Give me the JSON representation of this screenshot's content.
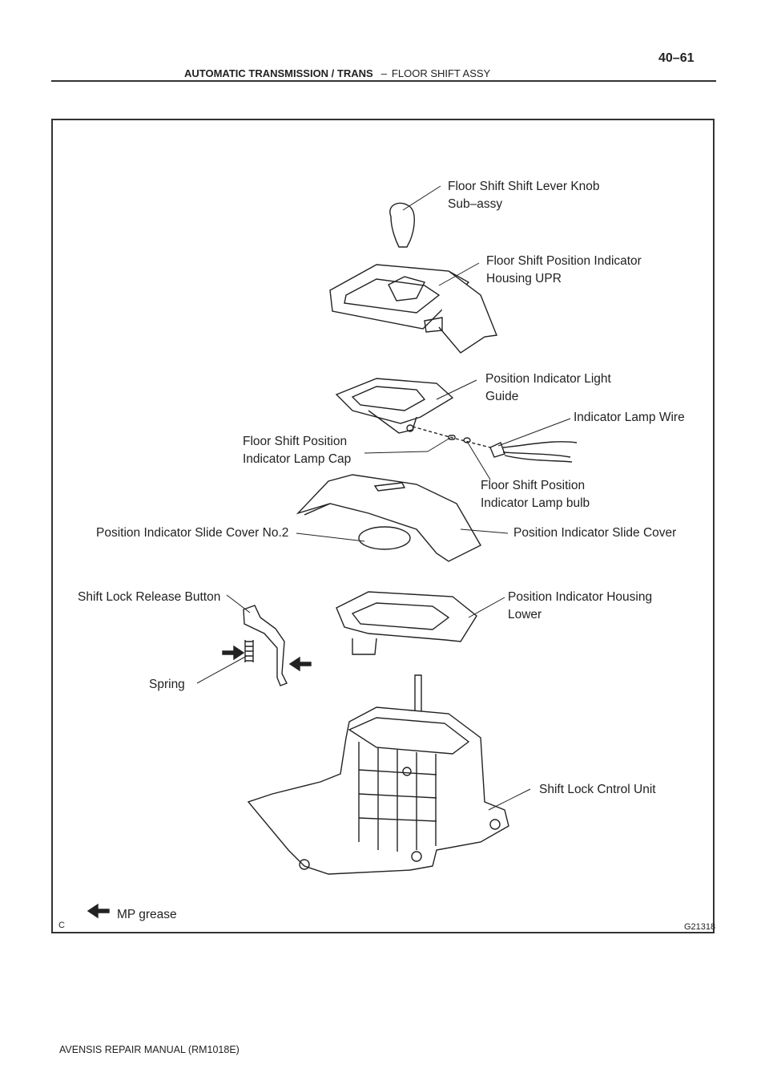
{
  "header": {
    "section": "AUTOMATIC TRANSMISSION / TRANS",
    "separator": "–",
    "subsection": "FLOOR SHIFT ASSY",
    "page_number": "40–61"
  },
  "figure": {
    "corner_mark": "C",
    "figure_id": "G21318",
    "labels": {
      "knob_1": "Floor Shift Shift Lever Knob",
      "knob_2": "Sub–assy",
      "housing_upr_1": "Floor Shift Position Indicator",
      "housing_upr_2": "Housing UPR",
      "light_guide_1": "Position Indicator Light",
      "light_guide_2": "Guide",
      "lamp_wire": "Indicator Lamp Wire",
      "lamp_cap_1": "Floor Shift Position",
      "lamp_cap_2": "Indicator Lamp Cap",
      "lamp_bulb_1": "Floor Shift Position",
      "lamp_bulb_2": "Indicator Lamp bulb",
      "slide_cover_no2": "Position Indicator Slide Cover No.2",
      "slide_cover": "Position Indicator Slide Cover",
      "release_button": "Shift Lock Release Button",
      "housing_lower_1": "Position Indicator Housing",
      "housing_lower_2": "Lower",
      "spring": "Spring",
      "control_unit": "Shift Lock Cntrol Unit"
    },
    "legend": {
      "mp_grease": "MP grease"
    }
  },
  "footer": {
    "manual": "AVENSIS REPAIR MANUAL   (RM1018E)"
  }
}
